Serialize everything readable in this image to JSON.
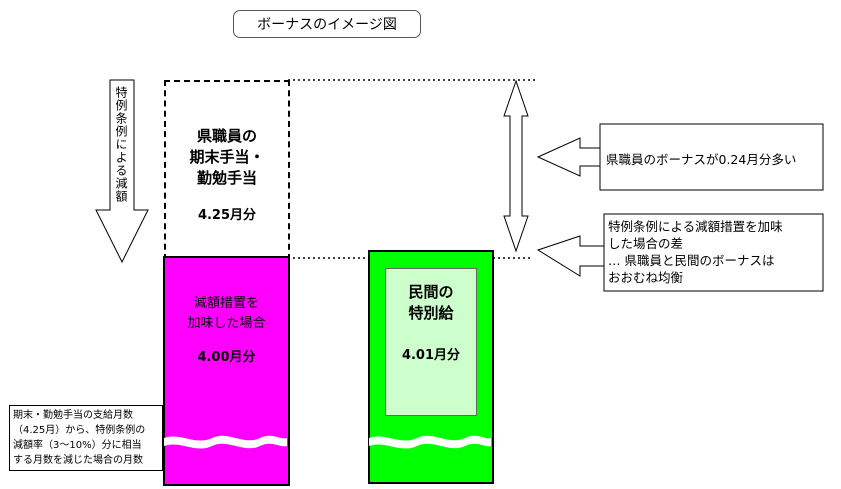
{
  "title": "ボーナスのイメージ図",
  "reduction_arrow_label": "特例条例による減額",
  "prefecture_box": {
    "label_line1": "県職員の",
    "label_line2": "期末手当・",
    "label_line3": "勤勉手当",
    "value": "4.25月分"
  },
  "reduced_box": {
    "label_line1": "減額措置を",
    "label_line2": "加味した場合",
    "value": "4.00月分"
  },
  "private_box": {
    "label_line1": "民間の",
    "label_line2": "特別給",
    "value": "4.01月分"
  },
  "callout_top": "県職員のボーナスが0.24月分多い",
  "callout_bottom": {
    "line1": "特例条例による減額措置を加味",
    "line2": "した場合の差",
    "line3": "… 県職員と民間のボーナスは",
    "line4": "おおむね均衡"
  },
  "note": {
    "line1": "期末・勤勉手当の支給月数",
    "line2": "（4.25月）から、特例条例の",
    "line3": "減額率（3～10%）分に相当",
    "line4": "する月数を減じた場合の月数"
  },
  "colors": {
    "magenta": "#ff00ff",
    "green": "#00ff00",
    "light_green": "#ccffcc"
  }
}
